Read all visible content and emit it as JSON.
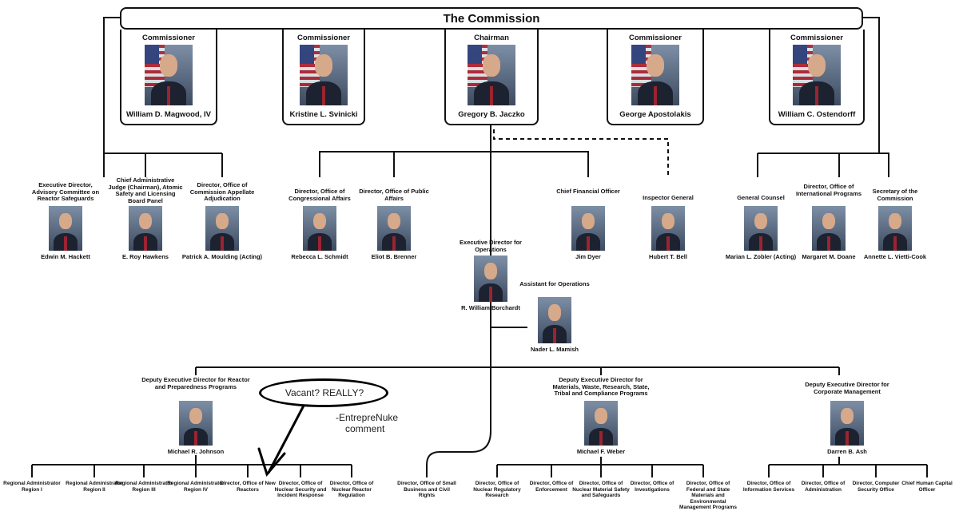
{
  "title": "The Commission",
  "commissioners": [
    {
      "role": "Commissioner",
      "name": "William D. Magwood, IV"
    },
    {
      "role": "Commissioner",
      "name": "Kristine L. Svinicki"
    },
    {
      "role": "Chairman",
      "name": "Gregory B. Jaczko"
    },
    {
      "role": "Commissioner",
      "name": "George Apostolakis"
    },
    {
      "role": "Commissioner",
      "name": "William C. Ostendorff"
    }
  ],
  "left_staff": [
    {
      "role": "Executive Director, Advisory Committee on Reactor Safeguards",
      "name": "Edwin M. Hackett"
    },
    {
      "role": "Chief Administrative Judge (Chairman), Atomic Safety and Licensing Board Panel",
      "name": "E. Roy Hawkens"
    },
    {
      "role": "Director, Office of Commission Appellate Adjudication",
      "name": "Patrick A. Moulding (Acting)"
    }
  ],
  "mid_staff": [
    {
      "role": "Director, Office of Congressional Affairs",
      "name": "Rebecca L. Schmidt"
    },
    {
      "role": "Director, Office of Public Affairs",
      "name": "Eliot B. Brenner"
    },
    {
      "role": "Chief Financial Officer",
      "name": "Jim Dyer"
    },
    {
      "role": "Inspector General",
      "name": "Hubert T. Bell"
    }
  ],
  "right_staff": [
    {
      "role": "General Counsel",
      "name": "Marian L. Zobler (Acting)"
    },
    {
      "role": "Director, Office of International Programs",
      "name": "Margaret M. Doane"
    },
    {
      "role": "Secretary of the Commission",
      "name": "Annette L. Vietti-Cook"
    }
  ],
  "edo": {
    "role": "Executive Director for Operations",
    "name": "R. William Borchardt"
  },
  "assistant": {
    "role": "Assistant for Operations",
    "name": "Nader L. Mamish"
  },
  "deputies": [
    {
      "role": "Deputy Executive Director for Reactor and Preparedness Programs",
      "name": "Michael R. Johnson"
    },
    {
      "role": "Deputy Executive Director for Materials, Waste, Research, State, Tribal and Compliance Programs",
      "name": "Michael F. Weber"
    },
    {
      "role": "Deputy Executive Director for Corporate Management",
      "name": "Darren B. Ash"
    }
  ],
  "bottom_left": [
    "Regional Administrator Region I",
    "Regional Administrator Region II",
    "Regional Administrator Region III",
    "Regional Administrator Region IV",
    "Director, Office of New Reactors",
    "Director, Office of Nuclear Security and Incident Response",
    "Director, Office of Nuclear Reactor Regulation"
  ],
  "bottom_center": [
    "Director, Office of Small Business and Civil Rights"
  ],
  "bottom_mid": [
    "Director, Office of Nuclear Regulatory Research",
    "Director, Office of Enforcement",
    "Director, Office of Nuclear Material Safety and Safeguards",
    "Director, Office of Investigations",
    "Director, Office of Federal and State Materials and Environmental Management Programs"
  ],
  "bottom_right": [
    "Director, Office of Information Services",
    "Director, Office of Administration",
    "Director, Computer Security Office",
    "Chief Human Capital Officer"
  ],
  "annotation": {
    "bubble": "Vacant? REALLY?",
    "signature": "-EntrepreNuke",
    "signature_line2": "comment"
  }
}
